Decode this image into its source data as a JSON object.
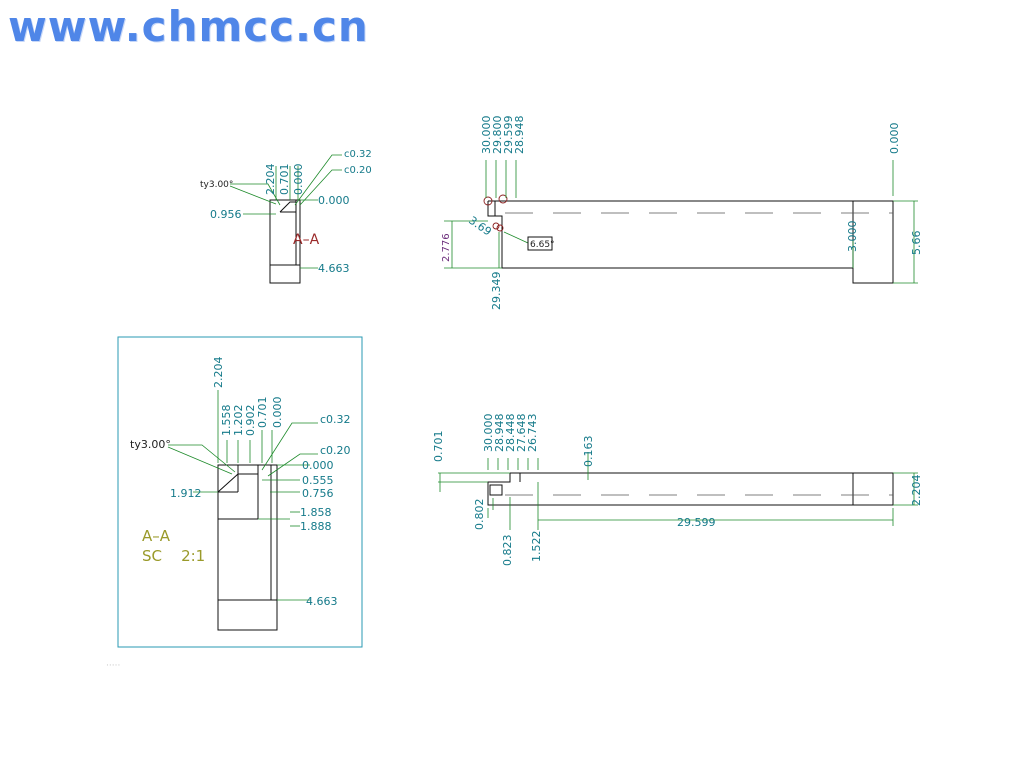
{
  "watermark": "www.chmcc.cn",
  "view_small": {
    "section": "A–A",
    "angle_note": "ty3.00°",
    "chamfers": [
      "c0.32",
      "c0.20"
    ],
    "dims_top": [
      "2.204",
      "0.701",
      "0.000"
    ],
    "dims_side": [
      "0.000",
      "4.663"
    ],
    "dim_left": "0.956"
  },
  "view_top_right": {
    "dims_top": [
      "30.000",
      "29.800",
      "29.599",
      "28.948"
    ],
    "dim_right_top": "0.000",
    "dim_left": "2.776",
    "dim_bottom": "29.349",
    "dim_angle": "3.69",
    "angle_box": "6.65°",
    "dim_step": "3.000",
    "dim_height": "5.66"
  },
  "view_detail": {
    "section": "A–A",
    "scale": "SC    2:1",
    "angle_note": "ty3.00°",
    "chamfers": [
      "c0.32",
      "c0.20"
    ],
    "dims_top": [
      "2.204",
      "1.558",
      "1.202",
      "0.902",
      "0.701",
      "0.000"
    ],
    "dims_right": [
      "0.000",
      "0.555",
      "0.756",
      "1.858",
      "1.888",
      "4.663"
    ],
    "dim_left": "1.912",
    "footer": "·····"
  },
  "view_bottom_right": {
    "dim_left_top": "0.701",
    "dims_top": [
      "30.000",
      "28.948",
      "28.448",
      "27.648",
      "26.743"
    ],
    "dim_mid": "0.163",
    "dims_bottom": [
      "0.802",
      "0.823",
      "1.522"
    ],
    "dim_length": "29.599",
    "dim_height": "2.204"
  }
}
